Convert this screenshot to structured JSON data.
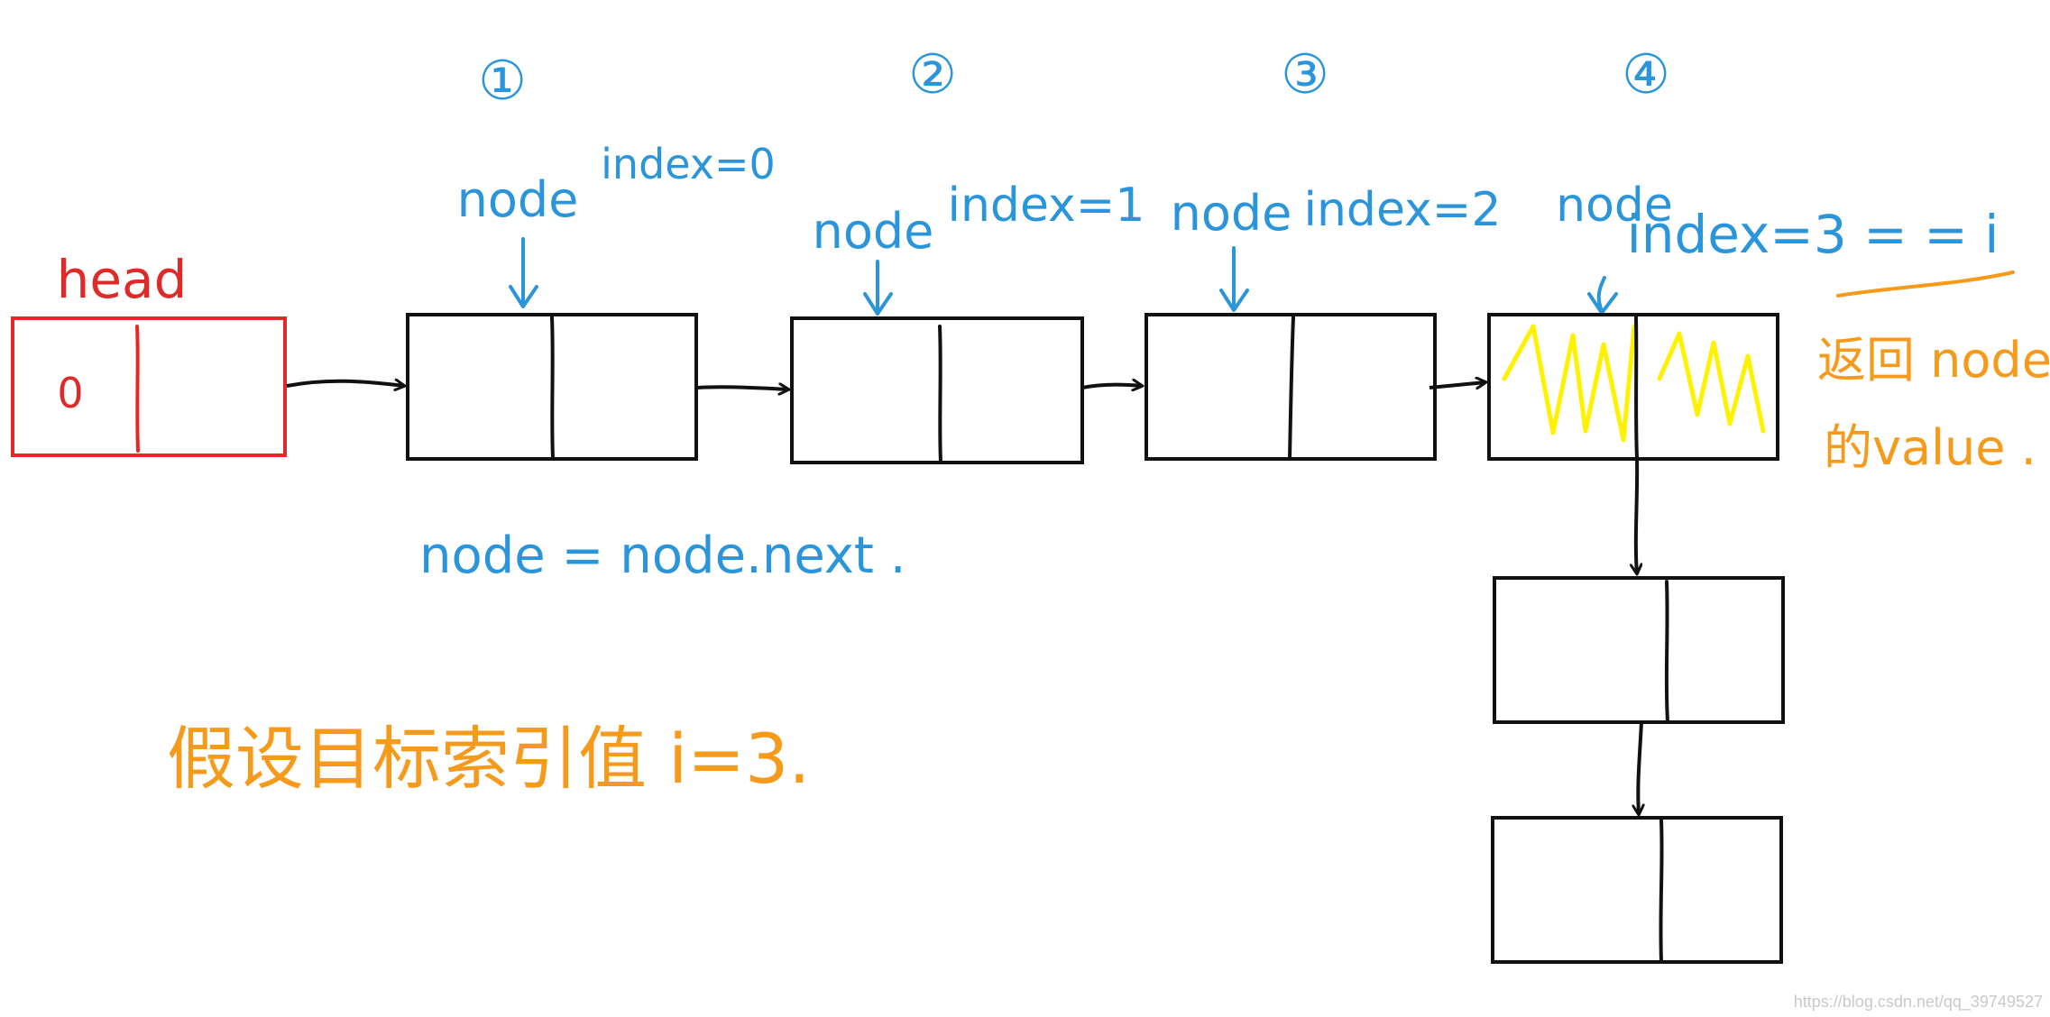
{
  "colors": {
    "blue": "#2b95dc",
    "red": "#e02a2a",
    "orange": "#f59a1a",
    "yellow": "#fff200",
    "black": "#111111",
    "watermark": "#c9c9c9"
  },
  "head": {
    "label": "head",
    "value": "0"
  },
  "nodes": [
    {
      "marker": "①",
      "pointer": "node",
      "index": "index=0"
    },
    {
      "marker": "②",
      "pointer": "node",
      "index": "index=1"
    },
    {
      "marker": "③",
      "pointer": "node",
      "index": "index=2"
    },
    {
      "marker": "④",
      "pointer": "node",
      "index": "index=3 = = i"
    }
  ],
  "step_note": "node = node.next .",
  "return_note": {
    "line1": "返回 node",
    "line2": "的value ."
  },
  "assumption": "假设目标索引值 i=3.",
  "watermark": "https://blog.csdn.net/qq_39749527"
}
